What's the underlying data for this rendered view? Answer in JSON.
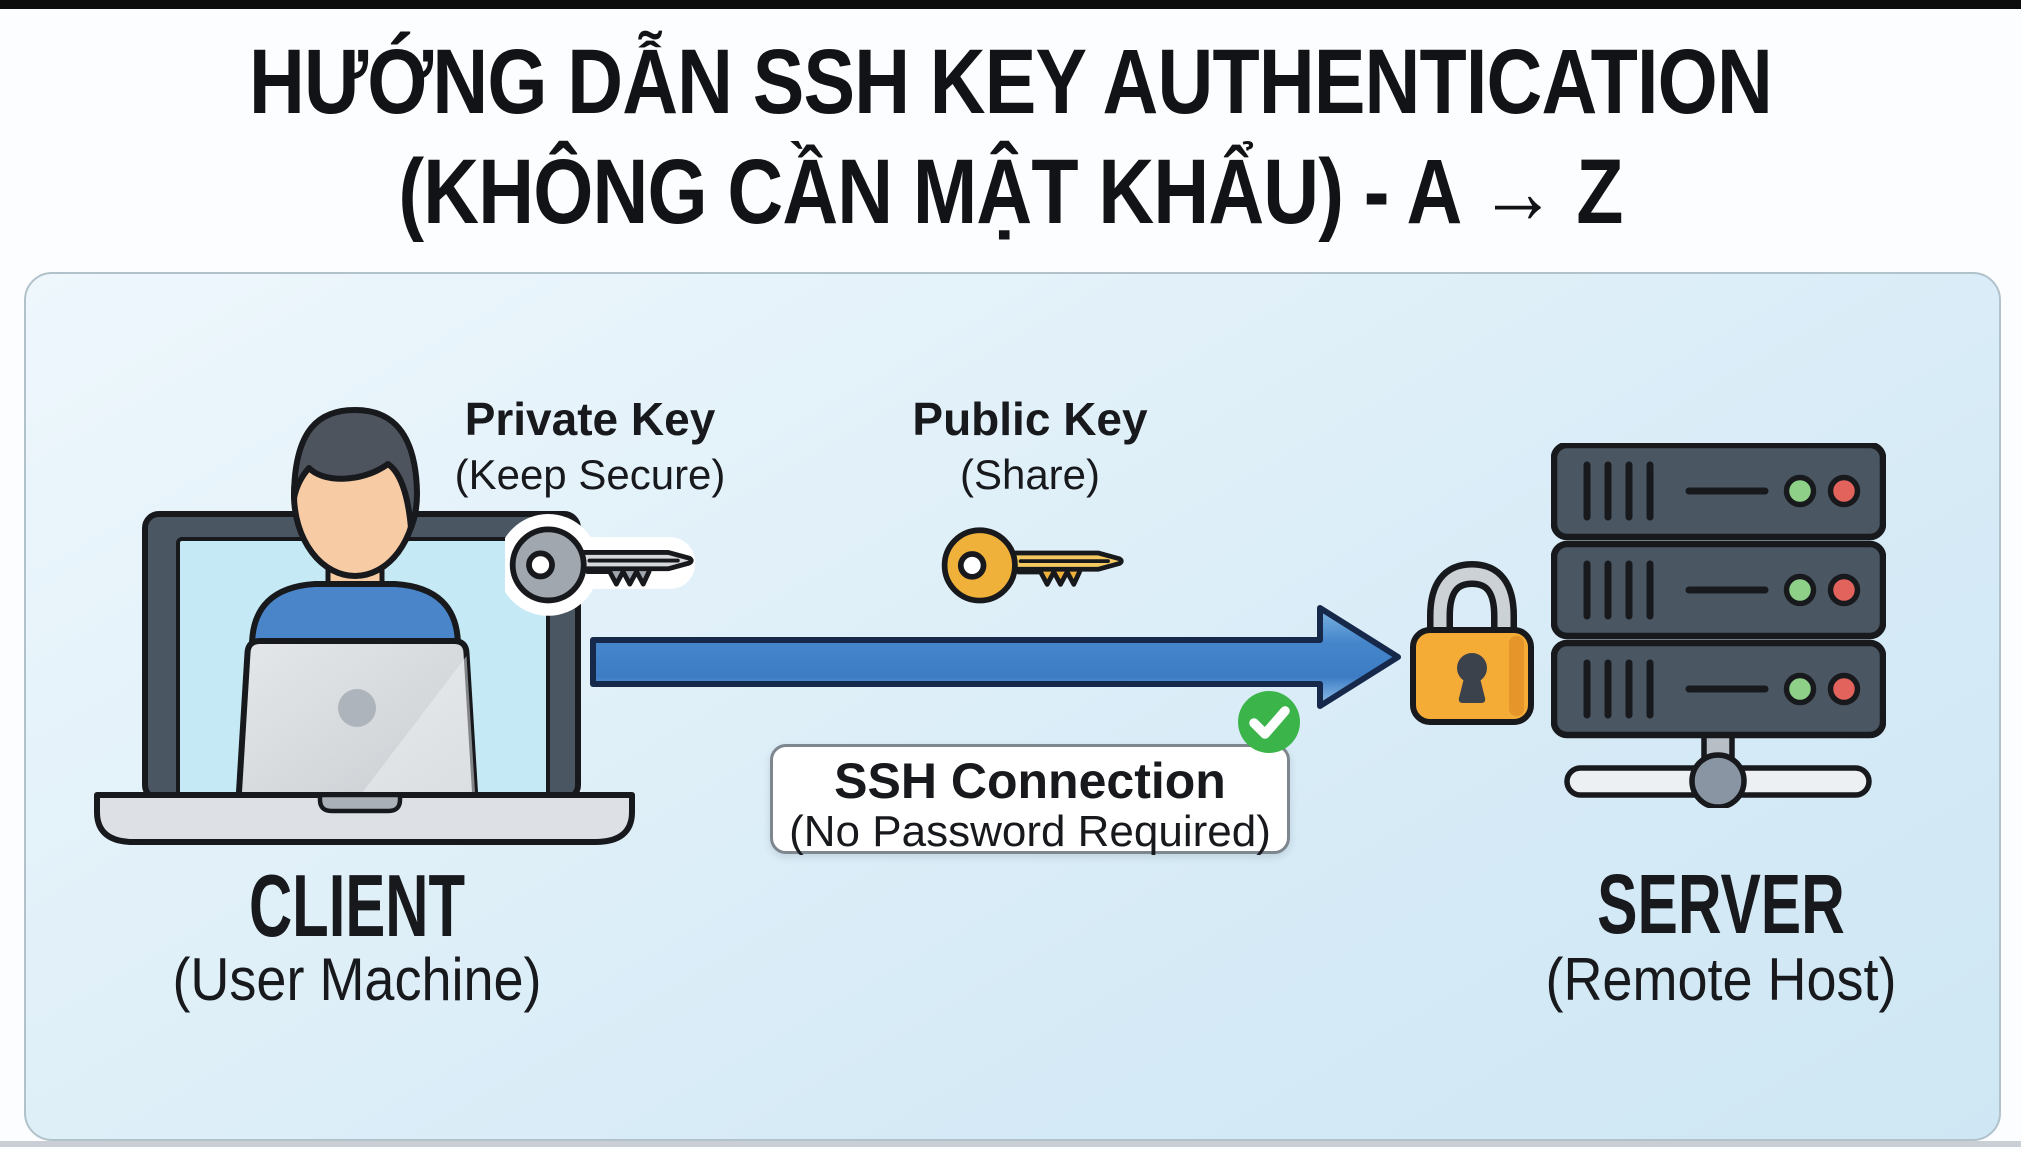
{
  "title": {
    "line1": "HƯỚNG DẪN SSH KEY AUTHENTICATION",
    "line2": "(KHÔNG CẦN MẬT KHẨU) - A → Z"
  },
  "labels": {
    "private_key": {
      "title": "Private Key",
      "subtitle": "(Keep Secure)"
    },
    "public_key": {
      "title": "Public Key",
      "subtitle": "(Share)"
    },
    "ssh_connection": {
      "title": "SSH Connection",
      "subtitle": "(No Password Required)"
    },
    "client": {
      "title": "CLIENT",
      "subtitle": "(User Machine)"
    },
    "server": {
      "title": "SERVER",
      "subtitle": "(Remote Host)"
    }
  },
  "icons": {
    "check_icon": "✓",
    "flow_arrow_icon": "→",
    "private_key_icon": "gray-key",
    "public_key_icon": "gold-key",
    "lock_icon": "padlock",
    "client_icon": "person-at-laptop",
    "server_icon": "server-rack"
  },
  "colors": {
    "ink": "#17191d",
    "page_bg": "#fcfdfe",
    "top_bar": "#0d0d0d",
    "title_text": "#121316",
    "panel_bg_a": "#eef7fc",
    "panel_bg_b": "#d5eaf6",
    "panel_border": "#b2c2cb",
    "screen": "#c5eaf5",
    "laptop_frame": "#4b5663",
    "skin": "#f7cba4",
    "hair": "#4d545e",
    "shirt": "#4a85c9",
    "lid_logo": "#adb4bb",
    "base": "#dde1e5",
    "base_notch": "#a9b0b7",
    "key_gray": "#a0a7ae",
    "key_gray_blade": "#d6d9db",
    "key_gold": "#efb13a",
    "key_gold_blade": "#f5c862",
    "halo": "#ffffff",
    "arrow_outline": "#16294a",
    "box_bg": "#ffffff",
    "box_border": "#7e868e",
    "check_green": "#3bb44a",
    "lock_body": "#f4ac37",
    "lock_shade": "#e6952b",
    "lock_shackle": "#ccd1d6",
    "keyhole": "#3b424b",
    "server_body": "#4b5663",
    "led_green": "#8fd088",
    "led_red": "#e2635c",
    "stand_gray": "#b7bec6",
    "stand_bar": "#edf0f2",
    "stand_knob": "#8995a3",
    "strip": "#c9cfd4"
  }
}
